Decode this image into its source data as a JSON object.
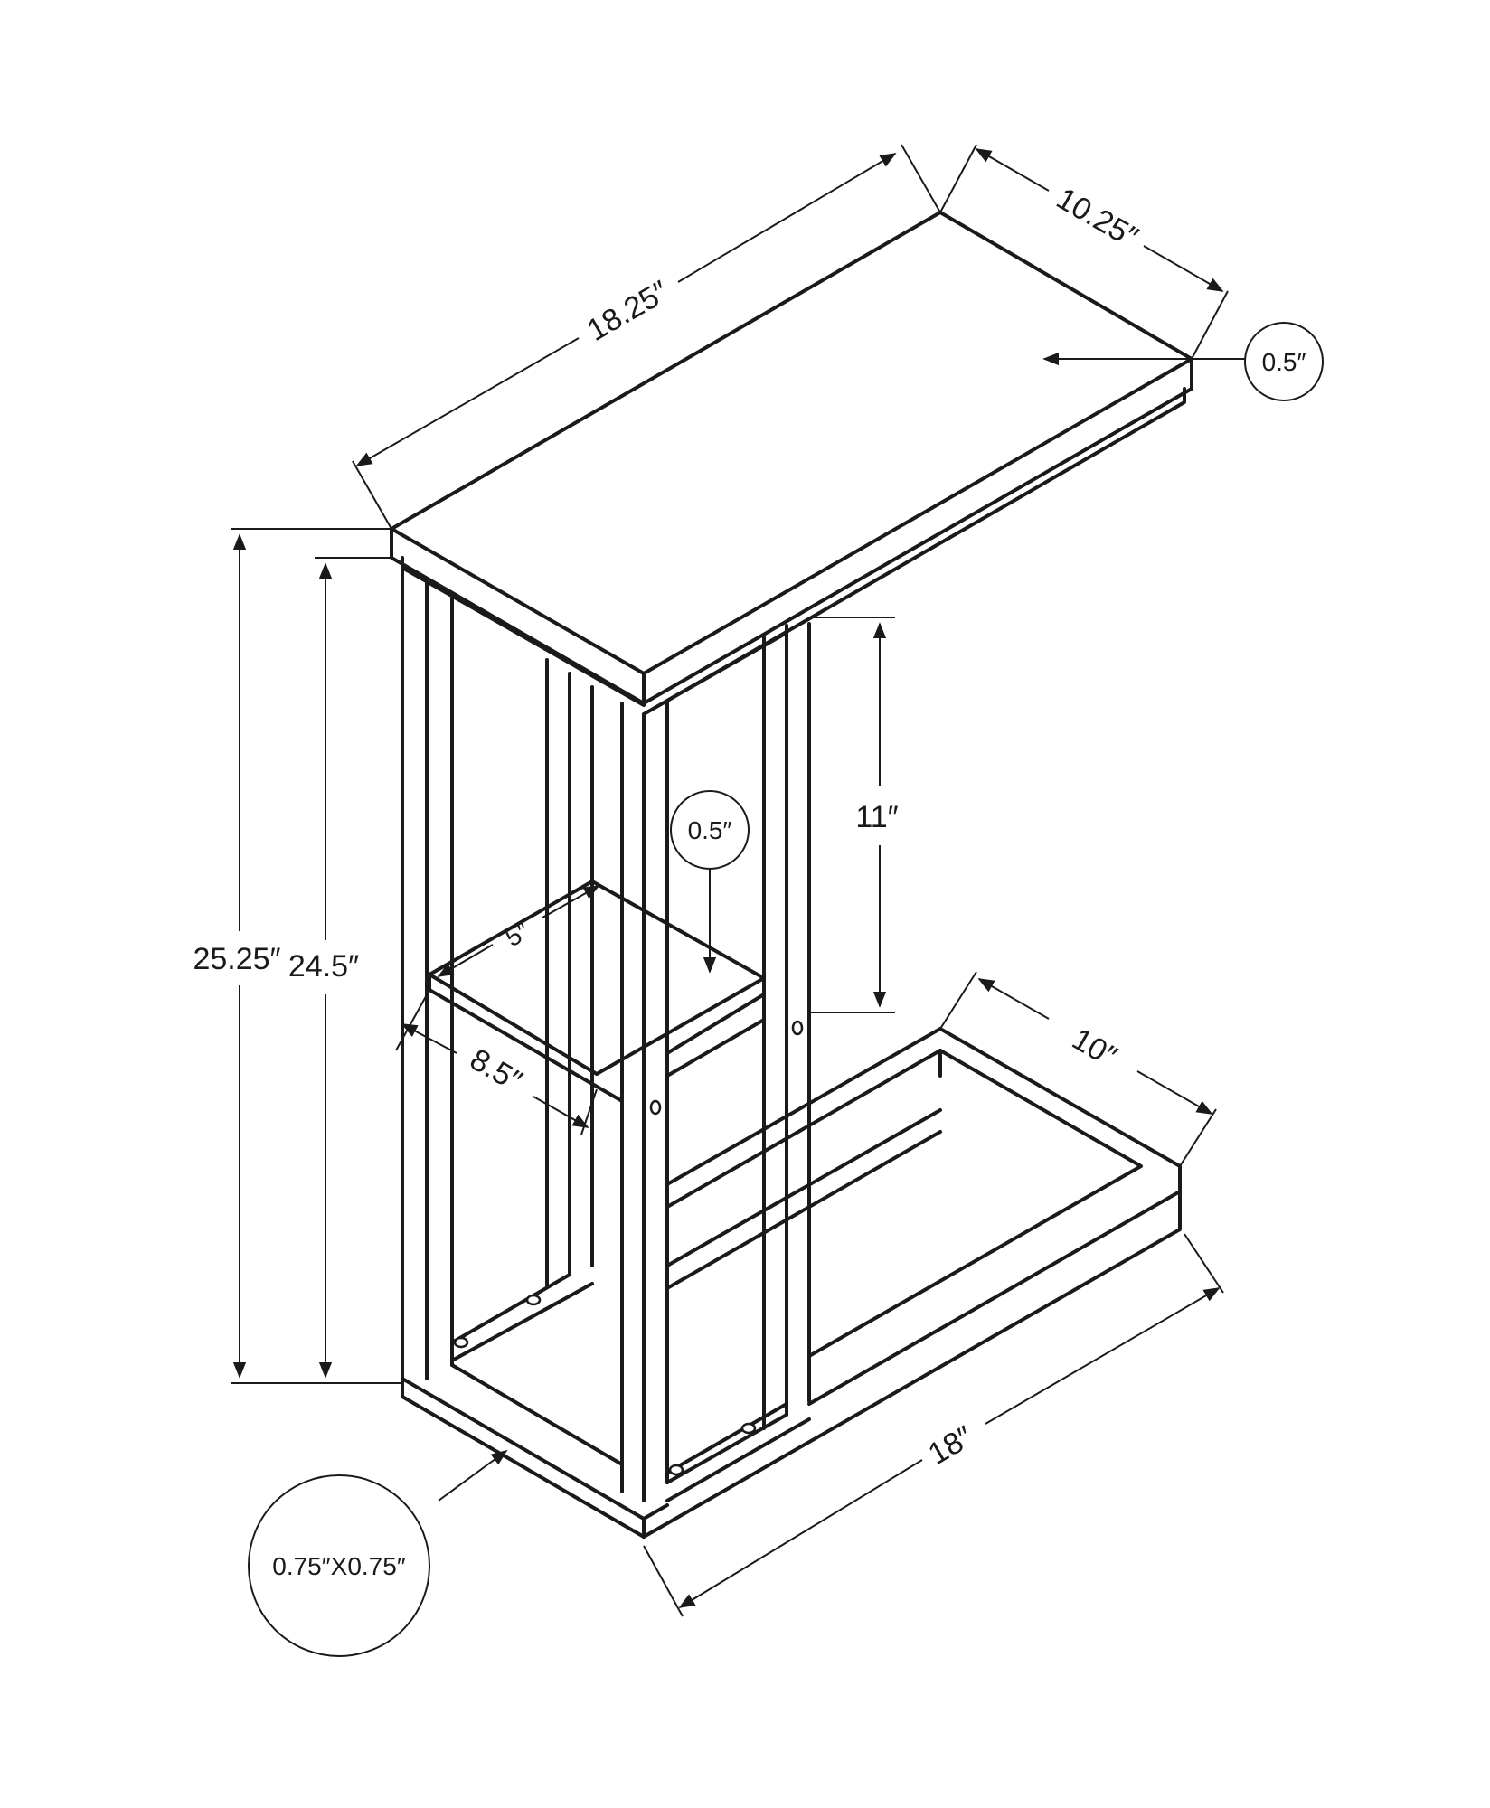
{
  "dimensions": {
    "top_length": "18.25″",
    "top_depth": "10.25″",
    "top_thickness": "0.5″",
    "overall_height": "25.25″",
    "frame_height": "24.5″",
    "shelf_depth": "5″",
    "shelf_width": "8.5″",
    "shelf_thickness": "0.5″",
    "clearance_height": "11″",
    "base_depth": "10″",
    "base_length": "18″",
    "tube_size": "0.75″X0.75″"
  }
}
